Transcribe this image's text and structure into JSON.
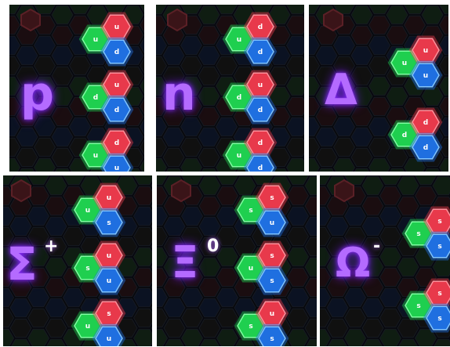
{
  "panels": [
    {
      "symbol": "p",
      "superscript": "",
      "quarks": [
        [
          "u",
          "u",
          "d"
        ],
        [
          "d",
          "u",
          "d"
        ],
        [
          "u",
          "d",
          "u"
        ]
      ]
    },
    {
      "symbol": "n",
      "superscript": "",
      "quarks": [
        [
          "u",
          "d",
          "d"
        ],
        [
          "d",
          "u",
          "d"
        ],
        [
          "u",
          "d",
          "d"
        ]
      ]
    },
    {
      "symbol": "Δ",
      "superscript": "",
      "quarks": [
        [
          "u",
          "u",
          "u"
        ],
        [
          "d",
          "d",
          "d"
        ]
      ]
    },
    {
      "symbol": "Σ",
      "superscript": "+",
      "quarks": [
        [
          "u",
          "u",
          "s"
        ],
        [
          "s",
          "u",
          "u"
        ],
        [
          "u",
          "s",
          "u"
        ]
      ]
    },
    {
      "symbol": "Ξ",
      "superscript": "0",
      "quarks": [
        [
          "s",
          "s",
          "u"
        ],
        [
          "u",
          "s",
          "s"
        ],
        [
          "s",
          "u",
          "s"
        ]
      ]
    },
    {
      "symbol": "Ω",
      "superscript": "-",
      "quarks": [
        [
          "s",
          "s",
          "s"
        ],
        [
          "s",
          "s",
          "s"
        ]
      ]
    }
  ],
  "colors": {
    "red": "#e8394b",
    "green": "#1fcf4f",
    "blue": "#1f6fe0",
    "symbol": "#b46bff",
    "background": "#07080d"
  },
  "icons": {
    "corner": "hexagon-badge-icon"
  }
}
